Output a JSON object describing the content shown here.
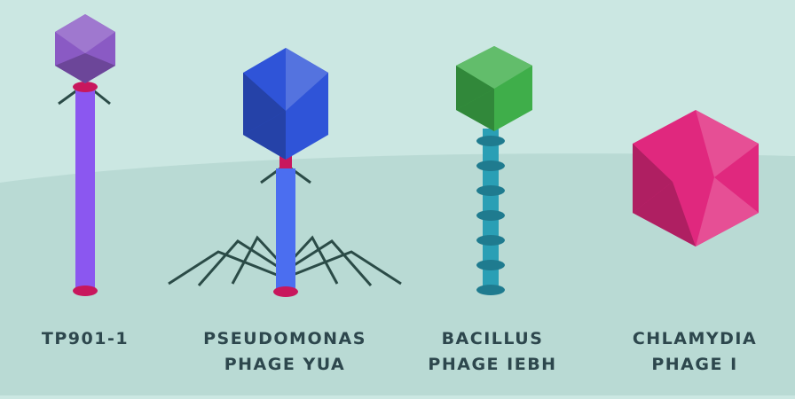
{
  "colors": {
    "background_top": "#cbe7e2",
    "background_ground": "#b9dad4",
    "label_text": "#2d474d",
    "tail_fibers": "#2b4b47"
  },
  "phages": [
    {
      "name_lines": [
        "TP901-1"
      ],
      "icon": "long-tailed-phage-icon",
      "colors": {
        "capsid": "#8a5ac4",
        "tail": "#8b57f0",
        "collar": "#c8175d"
      }
    },
    {
      "name_lines": [
        "PSEUDOMONAS",
        "PHAGE YUA"
      ],
      "icon": "contractile-tail-phage-icon",
      "colors": {
        "capsid": "#2f54d8",
        "tail": "#4b6ef0",
        "collar": "#c8175d"
      }
    },
    {
      "name_lines": [
        "BACILLUS",
        "PHAGE IEBH"
      ],
      "icon": "segmented-tail-phage-icon",
      "colors": {
        "capsid": "#3fae4a",
        "tail": "#2a9fb5",
        "rings": "#1f7b8f"
      }
    },
    {
      "name_lines": [
        "CHLAMYDIA",
        "PHAGE I"
      ],
      "icon": "icosahedral-phage-icon",
      "colors": {
        "capsid": "#e0287e"
      }
    }
  ]
}
